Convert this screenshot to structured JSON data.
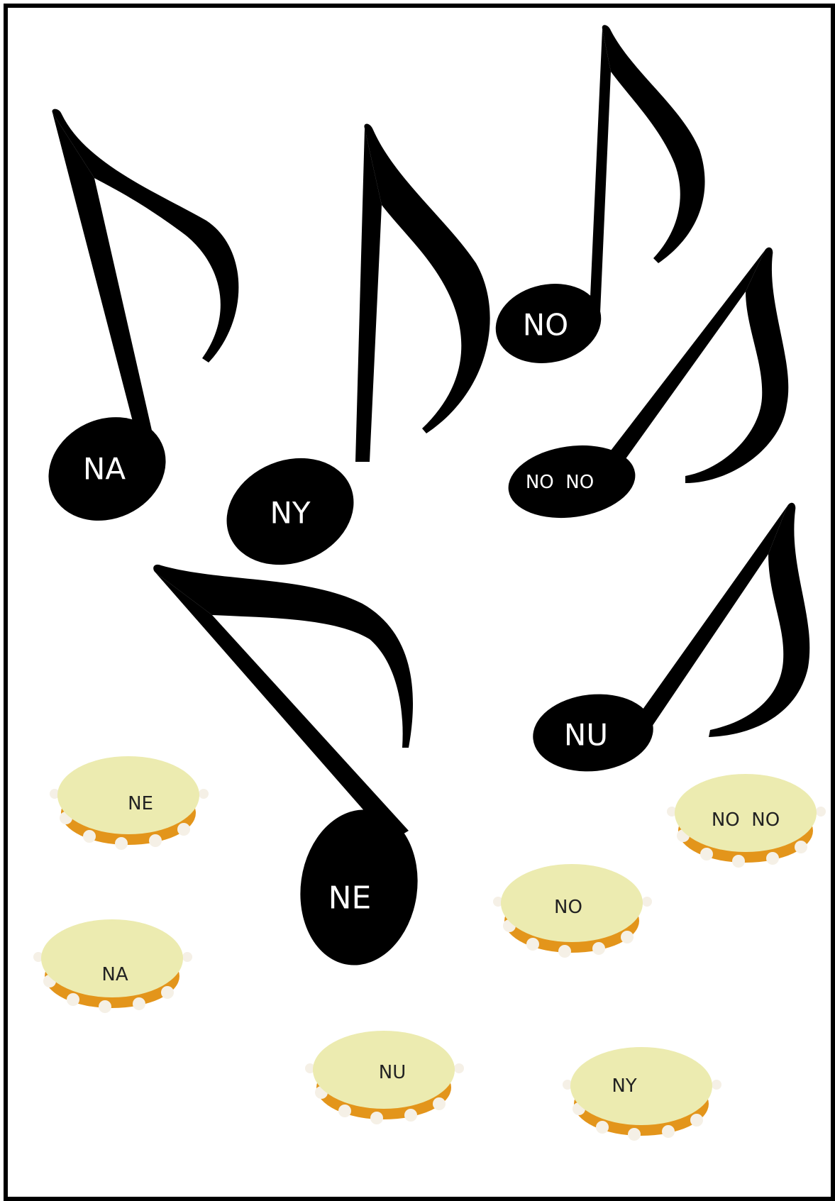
{
  "notes": [
    {
      "id": "na",
      "label": "NA"
    },
    {
      "id": "ny",
      "label": "NY"
    },
    {
      "id": "no",
      "label": "NO"
    },
    {
      "id": "nono",
      "label": "NO  NO"
    },
    {
      "id": "ne",
      "label": "NE"
    },
    {
      "id": "nu",
      "label": "NU"
    }
  ],
  "tambourines": [
    {
      "id": "ne",
      "label": "NE"
    },
    {
      "id": "nono",
      "label": "NO  NO"
    },
    {
      "id": "no",
      "label": "NO"
    },
    {
      "id": "na",
      "label": "NA"
    },
    {
      "id": "nu",
      "label": "NU"
    },
    {
      "id": "ny",
      "label": "NY"
    }
  ],
  "colors": {
    "note": "#000000",
    "drum_skin": "#ecebb0",
    "drum_rim": "#e3951b",
    "jingle": "#f5f0e6",
    "border": "#000000"
  }
}
